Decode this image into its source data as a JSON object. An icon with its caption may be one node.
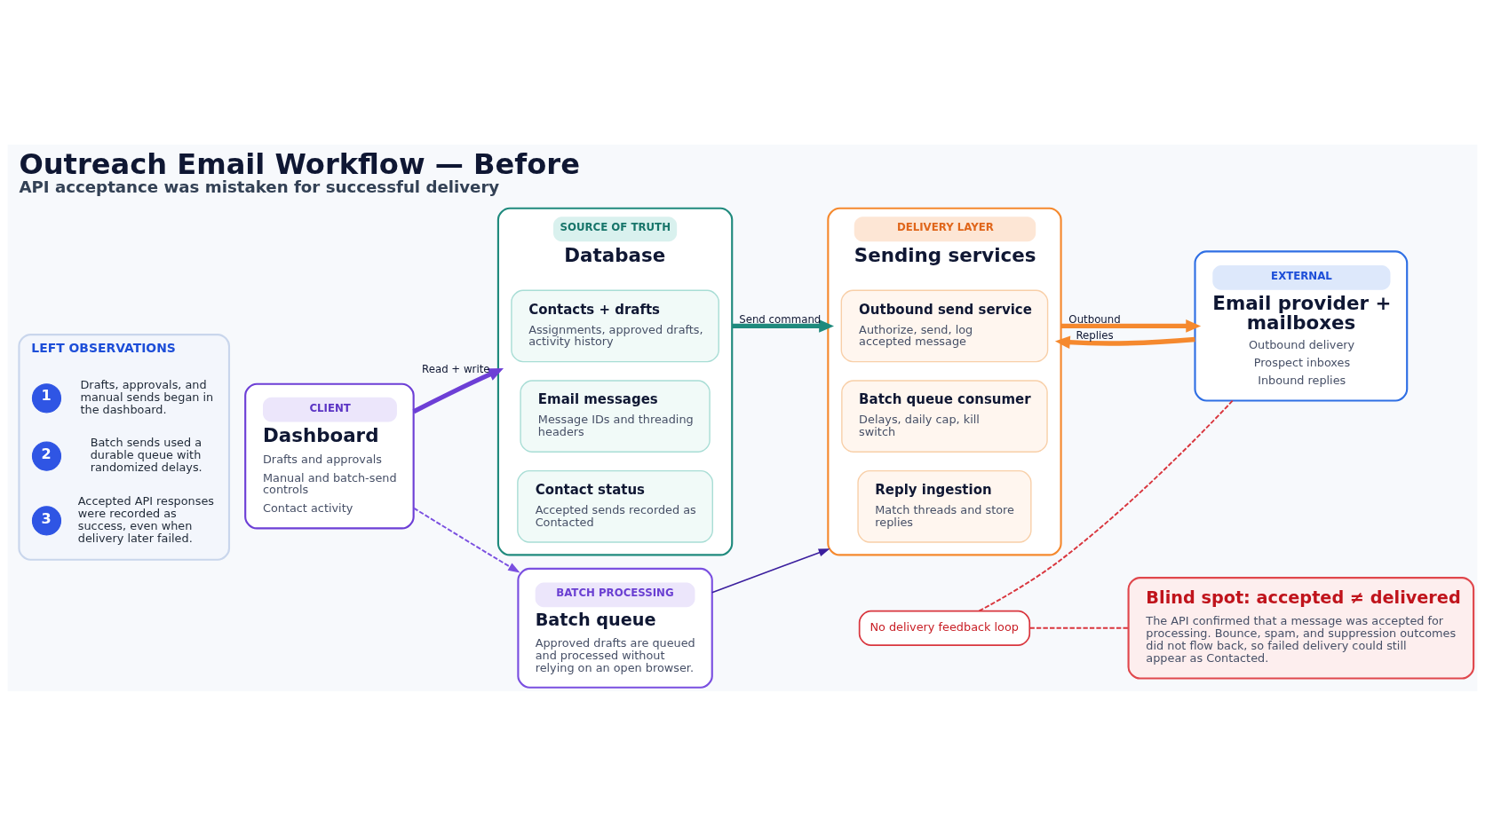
{
  "diagram": {
    "title": "Outreach Email Workflow — Before",
    "caption": "API acceptance was mistaken for successful delivery",
    "nodes": [
      {
        "text": [
          "LEFT OBSERVATIONS"
        ]
      },
      {
        "text": [
          "1"
        ],
        "in": 0,
        "beside": [
          "Drafts, approvals, and manual sends began in the dashboard."
        ]
      },
      {
        "text": [
          "2"
        ],
        "in": 0,
        "beside": [
          "Batch sends used a durable queue with randomized delays."
        ]
      },
      {
        "text": [
          "3"
        ],
        "in": 0,
        "beside": [
          "Accepted API responses were recorded as success, even when delivery later failed."
        ]
      },
      {
        "text": [
          "CLIENT",
          "Dashboard",
          "Drafts and approvals",
          "Manual and batch-send controls",
          "Contact activity"
        ]
      },
      {
        "text": [
          "SOURCE OF TRUTH",
          "Database"
        ]
      },
      {
        "text": [
          "Contacts + drafts",
          "Assignments, approved drafts, activity history"
        ],
        "in": 5
      },
      {
        "text": [
          "Email messages",
          "Message IDs and threading headers"
        ],
        "in": 5
      },
      {
        "text": [
          "Contact status",
          "Accepted sends recorded as Contacted"
        ],
        "in": 5
      },
      {
        "text": [
          "DELIVERY LAYER",
          "Sending services"
        ]
      },
      {
        "text": [
          "Outbound send service",
          "Authorize, send, log accepted message"
        ],
        "in": 9
      },
      {
        "text": [
          "Batch queue consumer",
          "Delays, daily cap, kill switch"
        ],
        "in": 9
      },
      {
        "text": [
          "Reply ingestion",
          "Match threads and store replies"
        ],
        "in": 9
      },
      {
        "text": [
          "EXTERNAL",
          "Email provider + mailboxes",
          "Outbound delivery",
          "Prospect inboxes",
          "Inbound replies"
        ]
      },
      {
        "text": [
          "BATCH PROCESSING",
          "Batch queue",
          "Approved drafts are queued and processed without relying on an open browser."
        ]
      },
      {
        "text": [
          "No delivery feedback loop"
        ]
      },
      {
        "text": [
          "Blind spot: accepted ≠ delivered",
          "The API confirmed that a message was accepted for processing. Bounce, spam, and suppression outcomes did not flow back, so failed delivery could still appear as Contacted."
        ]
      }
    ],
    "edges": [
      {
        "from": 4,
        "to": 5,
        "arrow": "to",
        "label": "Read + write",
        "style": "thick",
        "color": "#6d3fd6"
      },
      {
        "from": 5,
        "to": 9,
        "arrow": "to",
        "label": "Send command",
        "style": "thick",
        "color": "#1f8a7d"
      },
      {
        "from": 9,
        "to": 13,
        "arrow": "to",
        "label": "Outbound",
        "style": "thick",
        "color": "#f5892e"
      },
      {
        "from": 13,
        "to": 9,
        "arrow": "to",
        "label": "Replies",
        "style": "thick",
        "color": "#f5892e"
      },
      {
        "from": 4,
        "to": 14,
        "arrow": "to",
        "style": "dashed",
        "color": "#7a4fe0"
      },
      {
        "from": 14,
        "to": 9,
        "arrow": "to",
        "color": "#3b1f9e"
      },
      {
        "from": 13,
        "to": 15,
        "arrow": "none",
        "style": "dashed",
        "color": "#d9363e"
      },
      {
        "from": 15,
        "to": 16,
        "arrow": "none",
        "style": "dashed",
        "color": "#d9363e"
      }
    ]
  }
}
